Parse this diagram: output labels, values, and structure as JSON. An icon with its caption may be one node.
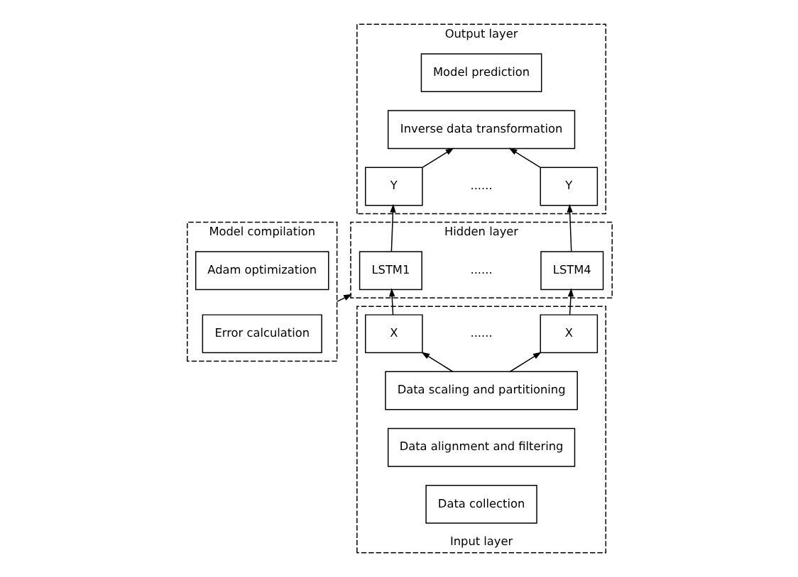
{
  "diagram": {
    "nodes": [
      {
        "text": [
          "Model compilation"
        ]
      },
      {
        "text": [
          "Adam optimization"
        ],
        "in": 0
      },
      {
        "text": [
          "Error calculation"
        ],
        "in": 0
      },
      {
        "text": [
          "Output layer"
        ]
      },
      {
        "text": [
          "Model prediction"
        ],
        "in": 3
      },
      {
        "text": [
          "Inverse data transformation"
        ],
        "in": 3
      },
      {
        "text": [
          "Y"
        ],
        "in": 3
      },
      {
        "text": [
          "Y"
        ],
        "in": 3
      },
      {
        "text": [
          "Hidden layer"
        ]
      },
      {
        "text": [
          "LSTM1"
        ],
        "in": 8
      },
      {
        "text": [
          "LSTM4"
        ],
        "in": 8
      },
      {
        "text": [
          "Input layer"
        ]
      },
      {
        "text": [
          "X"
        ],
        "in": 11
      },
      {
        "text": [
          "X"
        ],
        "in": 11
      },
      {
        "text": [
          "Data scaling and partitioning"
        ],
        "in": 11
      },
      {
        "text": [
          "Data alignment and filtering"
        ],
        "in": 11
      },
      {
        "text": [
          "Data collection"
        ],
        "in": 11
      }
    ],
    "edges": [
      {
        "from": 0,
        "to": 8,
        "arrow": "to"
      },
      {
        "from": 14,
        "to": 12,
        "arrow": "to"
      },
      {
        "from": 14,
        "to": 13,
        "arrow": "to"
      },
      {
        "from": 12,
        "to": 9,
        "arrow": "to"
      },
      {
        "from": 13,
        "to": 10,
        "arrow": "to"
      },
      {
        "from": 9,
        "to": 6,
        "arrow": "to"
      },
      {
        "from": 10,
        "to": 7,
        "arrow": "to"
      },
      {
        "from": 6,
        "to": 5,
        "arrow": "to"
      },
      {
        "from": 7,
        "to": 5,
        "arrow": "to"
      }
    ],
    "labels": [
      "......",
      "......",
      "......"
    ]
  }
}
